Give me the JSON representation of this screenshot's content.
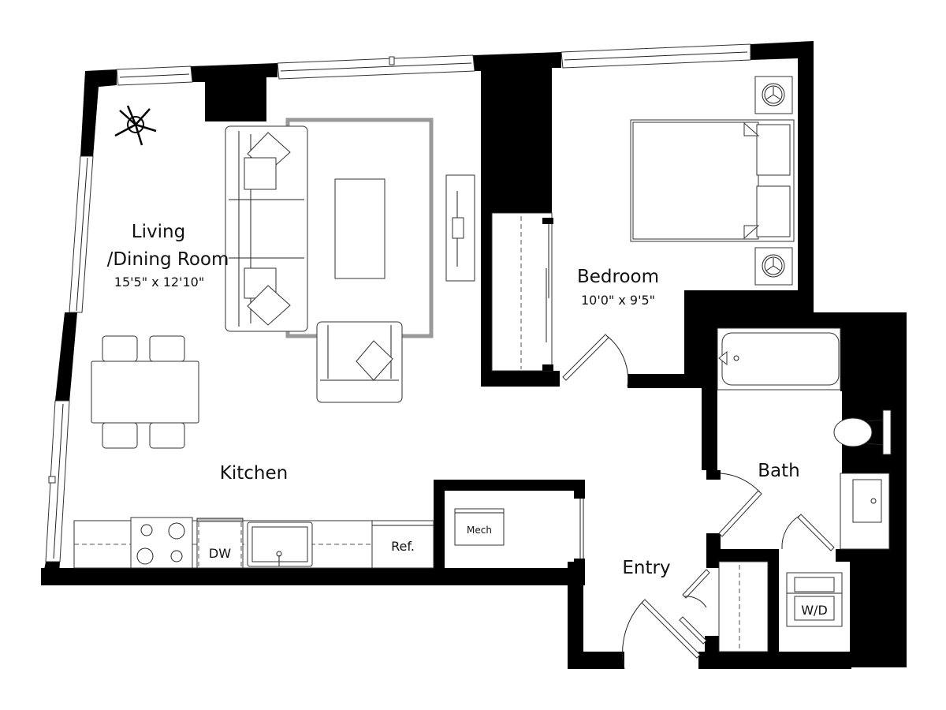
{
  "floorplan": {
    "rooms": [
      {
        "id": "living",
        "name_line1": "Living",
        "name_line2": "/Dining Room",
        "dimensions": "15'5\" x 12'10\""
      },
      {
        "id": "bedroom",
        "name": "Bedroom",
        "dimensions": "10'0\" x 9'5\""
      },
      {
        "id": "kitchen",
        "name": "Kitchen"
      },
      {
        "id": "bath",
        "name": "Bath"
      },
      {
        "id": "entry",
        "name": "Entry"
      }
    ],
    "fixtures": {
      "dishwasher": "DW",
      "refrigerator": "Ref.",
      "mechanical": "Mech",
      "washer_dryer": "W/D"
    },
    "furniture": [
      "sofa",
      "coffee-table",
      "area-rug",
      "armchair",
      "tv-console",
      "dining-table",
      "dining-chairs",
      "plant",
      "bed",
      "nightstands",
      "lamps"
    ],
    "colors": {
      "wall": "#000000",
      "background": "#ffffff",
      "rug": "#999999",
      "line": "#222222"
    }
  }
}
